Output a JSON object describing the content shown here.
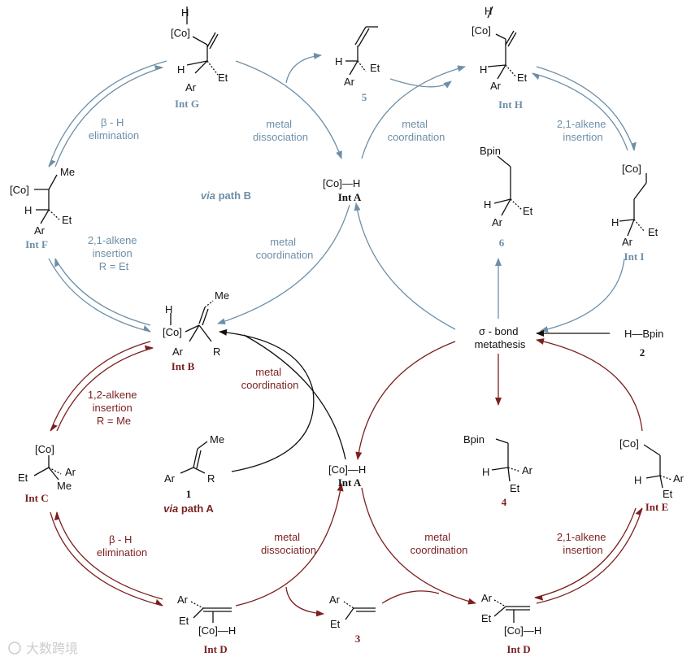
{
  "intermediates": {
    "int_a_top": "Int A",
    "int_a_bottom": "Int A",
    "int_b": "Int B",
    "int_c": "Int C",
    "int_d_left": "Int D",
    "int_d_right": "Int D",
    "int_e": "Int E",
    "int_f": "Int F",
    "int_g": "Int G",
    "int_h": "Int H",
    "int_i": "Int I"
  },
  "compounds": {
    "c1": "1",
    "c2": "2",
    "c3": "3",
    "c4": "4",
    "c5": "5",
    "c6": "6"
  },
  "paths": {
    "path_a_prefix": "via",
    "path_a_suffix": " path A",
    "path_b_prefix": "via",
    "path_b_suffix": " path B"
  },
  "steps": {
    "beta_h_elim_top": [
      "β - H",
      "elimination"
    ],
    "metal_dissoc_top": [
      "metal",
      "dissociation"
    ],
    "metal_coord_top": [
      "metal",
      "coordination"
    ],
    "alkene_21_top_right": [
      "2,1-alkene",
      "insertion"
    ],
    "alkene_21_left": [
      "2,1-alkene",
      "insertion",
      "R = Et"
    ],
    "metal_coord_mid": [
      "metal",
      "coordination"
    ],
    "metal_coord_center": [
      "metal",
      "coordination"
    ],
    "alkene_12": [
      "1,2-alkene",
      "insertion",
      "R = Me"
    ],
    "sigma_bond": [
      "σ - bond",
      "metathesis"
    ],
    "beta_h_elim_bottom": [
      "β - H",
      "elimination"
    ],
    "metal_dissoc_bottom": [
      "metal",
      "dissociation"
    ],
    "metal_coord_bottom": [
      "metal",
      "coordination"
    ],
    "alkene_21_bottom_right": [
      "2,1-alkene",
      "insertion"
    ]
  },
  "atoms": {
    "co": "[Co]",
    "h": "H",
    "ar": "Ar",
    "et": "Et",
    "me": "Me",
    "r": "R",
    "bpin": "Bpin",
    "h_bpin": "H—Bpin",
    "co_h": "[Co]—H"
  },
  "watermark": "大数跨境",
  "colors": {
    "blue_cycle": "#6d8fa8",
    "red_cycle": "#7b1f1f",
    "black": "#111111"
  }
}
